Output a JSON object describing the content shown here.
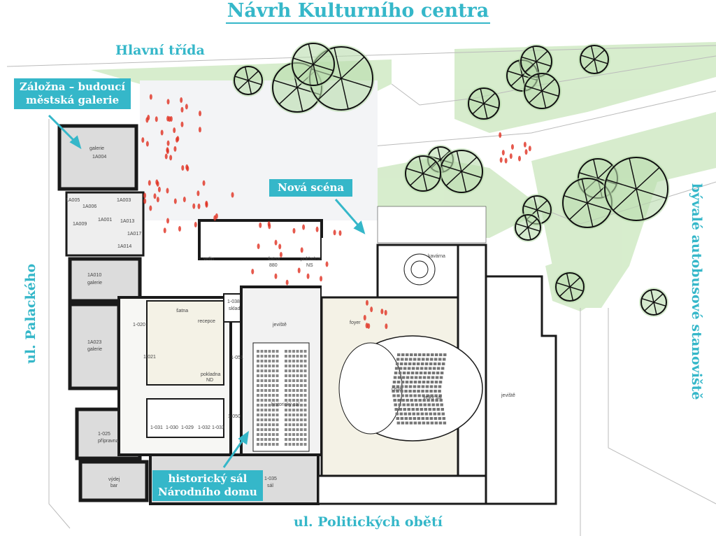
{
  "title": "Návrh Kulturního centra",
  "streets": {
    "north": "Hlavní třída",
    "west": "ul. Palackého",
    "south": "ul. Politických obětí",
    "east": "bývalé autobusové stanoviště"
  },
  "callouts": {
    "gallery": [
      "Záložna – budoucí",
      "městská galerie"
    ],
    "new_stage": "Nová scéna",
    "historic_hall": [
      "historický sál",
      "Národního domu"
    ]
  },
  "rooms": {
    "galerie_1": "galerie",
    "r1A004": "1A004",
    "r1A005": "1A005",
    "r1A006": "1A006",
    "r1A003": "1A003",
    "r1A001": "1A001",
    "r1A013": "1A013",
    "r1A017": "1A017",
    "r1A009": "1A009",
    "r1A014": "1A014",
    "r1A010": "1A010",
    "galerie_2": "galerie",
    "r1A023": "1A023",
    "galerie_3": "galerie",
    "velin": "velín",
    "satna": "šatna",
    "satna_num": "880",
    "pokladna_ns": "pokladna",
    "ns": "NS",
    "kavarna": "kavárna",
    "foyer": "foyer",
    "r1_038": "1-038",
    "sklad": "sklad",
    "satna2": "šatna",
    "recepce": "recepce",
    "r1_020": "1-020",
    "r1_021": "1-021",
    "pokladna_nd": "pokladna",
    "nd": "ND",
    "jeviste_1": "jeviště",
    "historicky_sal": "historický sál",
    "r1_051": "1-051",
    "r1_050": "1-050",
    "r1_031": "1-031",
    "r1_030": "1-030",
    "r1_029": "1-029",
    "r1_032": "1-032",
    "r1_033": "1-033",
    "r1_025": "1-025",
    "pripravna": "přípravna",
    "vydej": "výdej",
    "bar": "bar",
    "r1_035": "1-035",
    "sal": "sál",
    "cista": "čistá",
    "velky_sal": "velký sál",
    "jeviste_2": "jeviště"
  },
  "colors": {
    "accent": "#35b7c9",
    "green": "#cfe8c3",
    "wall": "#1a1a1a",
    "room_fill": "#dcdcdc",
    "foyer_fill": "#f4f2e6"
  }
}
